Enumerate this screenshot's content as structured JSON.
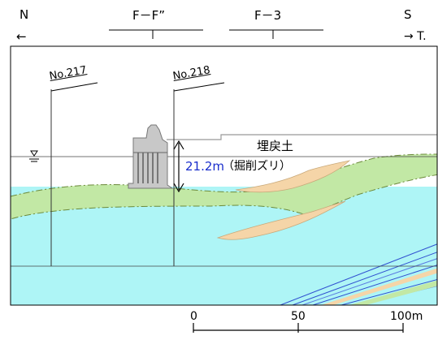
{
  "direction": {
    "north": "N",
    "north_arrow": "←",
    "south": "S",
    "south_arrow": "→ T."
  },
  "sections": {
    "section_a": "F－F”",
    "section_b": "F－3"
  },
  "boreholes": {
    "left": "No.217",
    "right": "No.218"
  },
  "annotation": {
    "backfill": "埋戻土",
    "depth_value": "21.2m",
    "depth_note": "（掘削ズリ）"
  },
  "scale": {
    "tick_0": "0",
    "tick_50": "50",
    "tick_100": "100m"
  },
  "water_level_icon": "water-level-triangle",
  "colors": {
    "sky": "#ffffff",
    "green_layer": "#c2e8a5",
    "cyan_layer": "#aef5f6",
    "sand_layer": "#f5d5a8",
    "dam_body": "#c8c8c8",
    "label_blue": "#1a2ecc"
  }
}
